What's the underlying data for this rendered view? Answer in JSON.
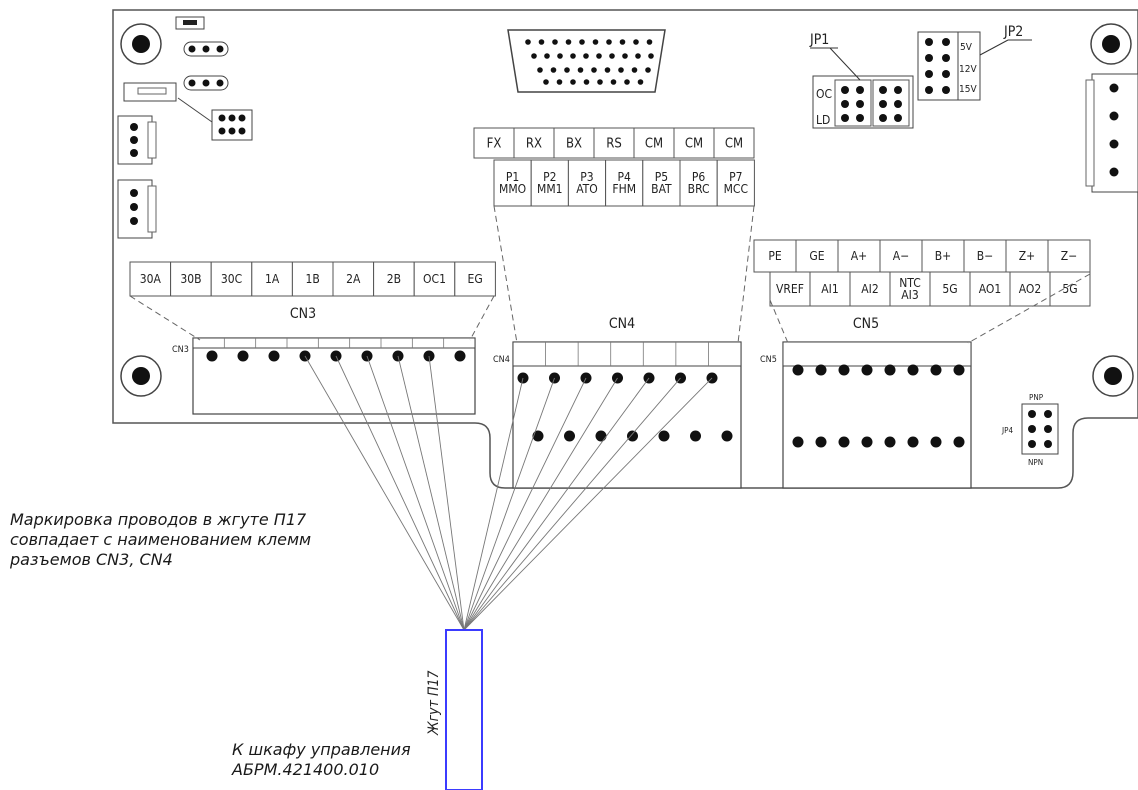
{
  "cn3": {
    "title": "CN3",
    "terminals": [
      "30A",
      "30B",
      "30C",
      "1A",
      "1B",
      "2A",
      "2B",
      "OC1",
      "EG"
    ]
  },
  "cn4": {
    "title": "CN4",
    "row_top": [
      "FX",
      "RX",
      "BX",
      "RS",
      "CM",
      "CM",
      "CM"
    ],
    "row_bottom": [
      [
        "P1",
        "MMO"
      ],
      [
        "P2",
        "MM1"
      ],
      [
        "P3",
        "ATO"
      ],
      [
        "P4",
        "FHM"
      ],
      [
        "P5",
        "BAT"
      ],
      [
        "P6",
        "BRC"
      ],
      [
        "P7",
        "MCC"
      ]
    ]
  },
  "cn5": {
    "title": "CN5",
    "row_top": [
      "PE",
      "GE",
      "A+",
      "A−",
      "B+",
      "B−",
      "Z+",
      "Z−"
    ],
    "row_bottom": [
      [
        "VREF"
      ],
      [
        "AI1"
      ],
      [
        "AI2"
      ],
      [
        "NTC",
        "AI3"
      ],
      [
        "5G"
      ],
      [
        "AO1"
      ],
      [
        "AO2"
      ],
      [
        "5G"
      ]
    ]
  },
  "jumpers": {
    "jp1": {
      "label": "JP1",
      "options": [
        "OC",
        "LD"
      ]
    },
    "jp2": {
      "label": "JP2",
      "options": [
        "5V",
        "12V",
        "15V"
      ]
    },
    "jp4": {
      "label": "JP4",
      "options": [
        "PNP",
        "NPN"
      ]
    }
  },
  "notes": {
    "marking": [
      "Маркировка проводов в жгуте П17",
      "совпадает с наименованием клемм",
      "разъемов CN3, CN4"
    ],
    "harness": "Жгут П17",
    "destination": [
      "К шкафу управления",
      "АБРМ.421400.010"
    ]
  },
  "colors": {
    "line": "#333333",
    "harness_stroke": "#3b3bff",
    "pin": "#111111"
  }
}
